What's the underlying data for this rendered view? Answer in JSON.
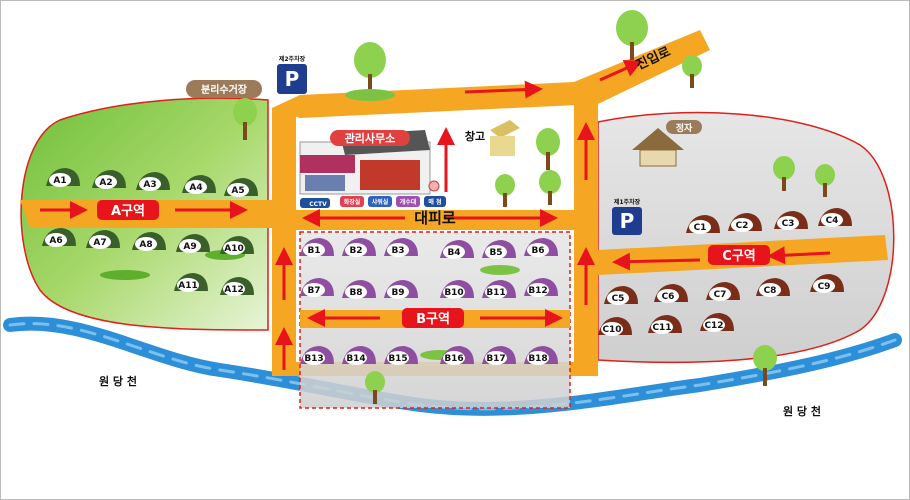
{
  "labels": {
    "entrance_road": "진입로",
    "evacuation_road": "대피로",
    "office": "관리사무소",
    "warehouse": "창고",
    "pavilion": "정자",
    "recycling": "분리수거장",
    "parking2": "제2주차장",
    "parking1": "제1주차장",
    "parking_symbol": "P",
    "stream_left": "원 당 천",
    "stream_right": "원 당 천",
    "cctv": "CCTV",
    "restroom": "화장실",
    "shower": "샤워실",
    "sink": "개수대",
    "store": "매 점"
  },
  "zones": {
    "A": "A구역",
    "B": "B구역",
    "C": "C구역"
  },
  "sites": {
    "A": [
      "A1",
      "A2",
      "A3",
      "A4",
      "A5",
      "A6",
      "A7",
      "A8",
      "A9",
      "A10",
      "A11",
      "A12"
    ],
    "B": [
      "B1",
      "B2",
      "B3",
      "B4",
      "B5",
      "B6",
      "B7",
      "B8",
      "B9",
      "B10",
      "B11",
      "B12",
      "B13",
      "B14",
      "B15",
      "B16",
      "B17",
      "B18"
    ],
    "C": [
      "C1",
      "C2",
      "C3",
      "C4",
      "C5",
      "C6",
      "C7",
      "C8",
      "C9",
      "C10",
      "C11",
      "C12"
    ]
  },
  "colors": {
    "road": "#F5A623",
    "road_edge": "#E08A10",
    "arrow": "#E8141B",
    "stream": "#2D8FD8",
    "parking": "#1E3D8F",
    "zone_a_fill": "#7CC243",
    "zone_b_fill": "#DCDCDC",
    "zone_c_fill": "#DCDCDC",
    "zone_outline": "#E0201A"
  }
}
